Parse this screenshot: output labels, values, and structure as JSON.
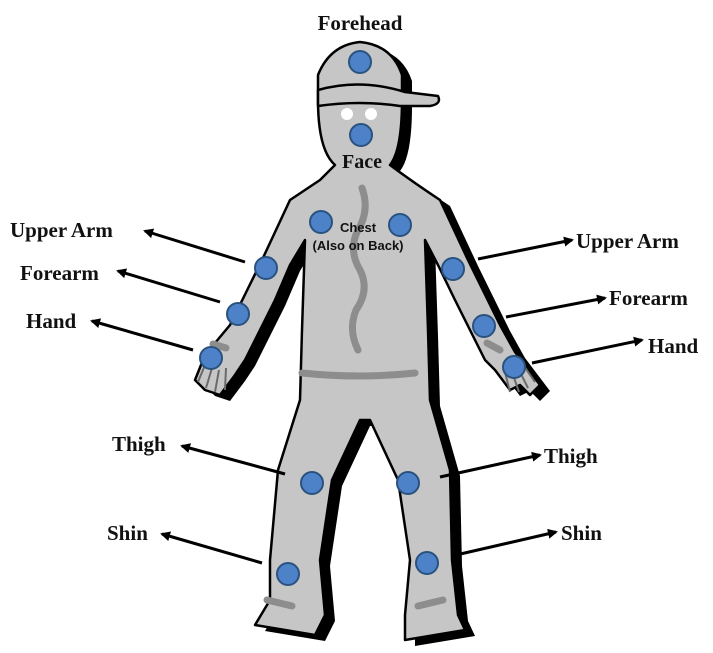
{
  "colors": {
    "background": "#ffffff",
    "body": "#c6c6c6",
    "sensor": "#4e82c8",
    "outline": "#000000"
  },
  "labels": {
    "forehead": "Forehead",
    "face": "Face",
    "chest_line1": "Chest",
    "chest_line2": "(Also on Back)",
    "left_upper_arm": "Upper Arm",
    "left_forearm": "Forearm",
    "left_hand": "Hand",
    "left_thigh": "Thigh",
    "left_shin": "Shin",
    "right_upper_arm": "Upper Arm",
    "right_forearm": "Forearm",
    "right_hand": "Hand",
    "right_thigh": "Thigh",
    "right_shin": "Shin"
  }
}
